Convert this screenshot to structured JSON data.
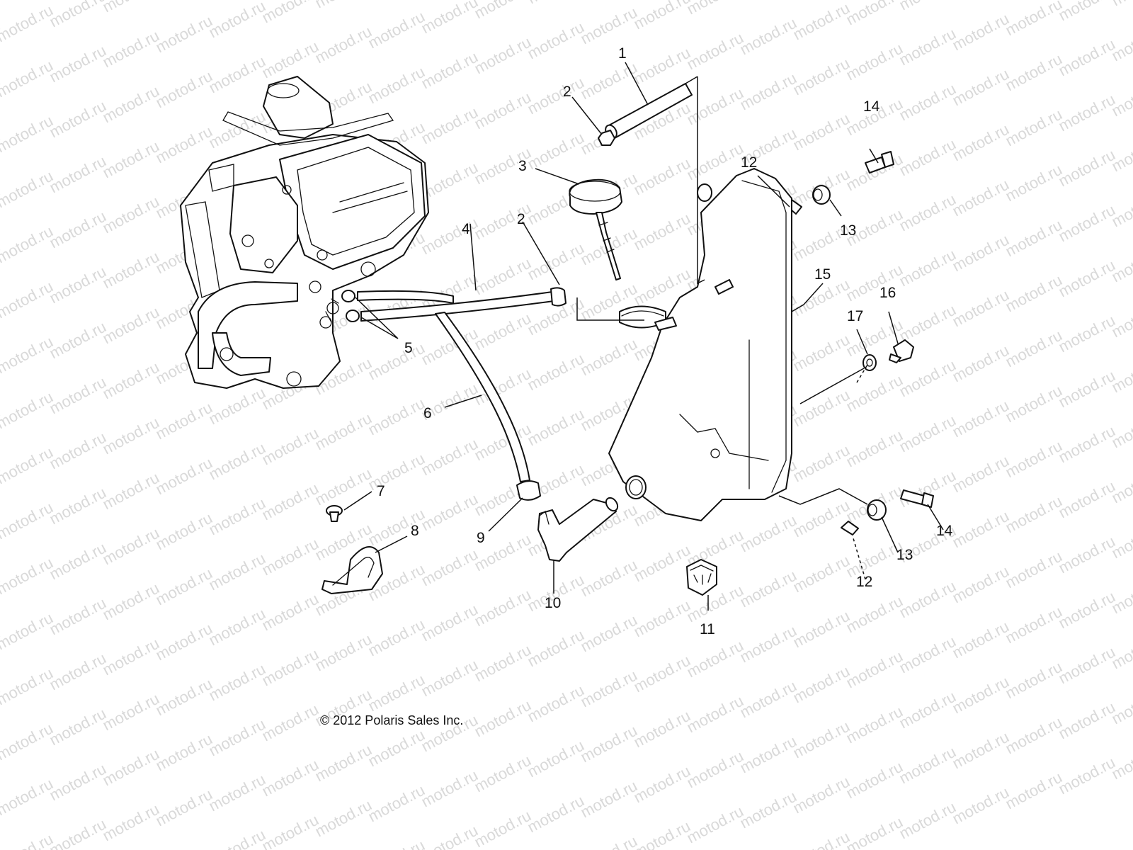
{
  "watermark": {
    "text": "motod.ru"
  },
  "callouts": [
    {
      "id": "c1",
      "number": "1"
    },
    {
      "id": "c2a",
      "number": "2"
    },
    {
      "id": "c2b",
      "number": "2"
    },
    {
      "id": "c3",
      "number": "3"
    },
    {
      "id": "c4",
      "number": "4"
    },
    {
      "id": "c5",
      "number": "5"
    },
    {
      "id": "c6",
      "number": "6"
    },
    {
      "id": "c7",
      "number": "7"
    },
    {
      "id": "c8",
      "number": "8"
    },
    {
      "id": "c9",
      "number": "9"
    },
    {
      "id": "c10",
      "number": "10"
    },
    {
      "id": "c11",
      "number": "11"
    },
    {
      "id": "c12a",
      "number": "12"
    },
    {
      "id": "c12b",
      "number": "12"
    },
    {
      "id": "c13a",
      "number": "13"
    },
    {
      "id": "c13b",
      "number": "13"
    },
    {
      "id": "c14a",
      "number": "14"
    },
    {
      "id": "c14b",
      "number": "14"
    },
    {
      "id": "c15",
      "number": "15"
    },
    {
      "id": "c16",
      "number": "16"
    },
    {
      "id": "c17",
      "number": "17"
    }
  ],
  "copyright": "© 2012 Polaris Sales Inc.",
  "colors": {
    "line": "#111111",
    "watermark": "#d9d9d9",
    "background": "#ffffff"
  }
}
